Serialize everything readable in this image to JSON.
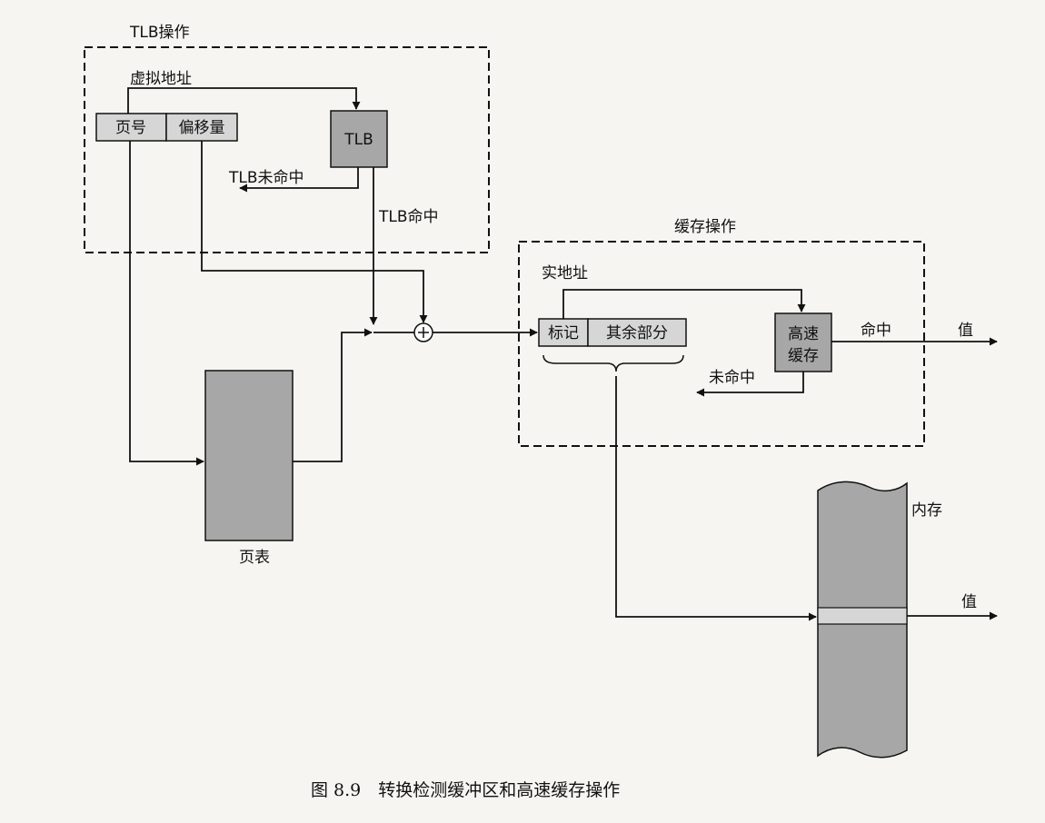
{
  "tlb_section": {
    "title": "TLB操作",
    "virtual_address": "虚拟地址",
    "page_number": "页号",
    "offset": "偏移量",
    "tlb": "TLB",
    "tlb_miss": "TLB未命中",
    "tlb_hit": "TLB命中"
  },
  "cache_section": {
    "title": "缓存操作",
    "real_address": "实地址",
    "tag": "标记",
    "remainder": "其余部分",
    "cache_line1": "高速",
    "cache_line2": "缓存",
    "hit": "命中",
    "miss": "未命中",
    "value": "值"
  },
  "page_table": "页表",
  "main_memory": {
    "label": "内存",
    "value": "值"
  },
  "caption": "图 8.9　转换检测缓冲区和高速缓存操作"
}
